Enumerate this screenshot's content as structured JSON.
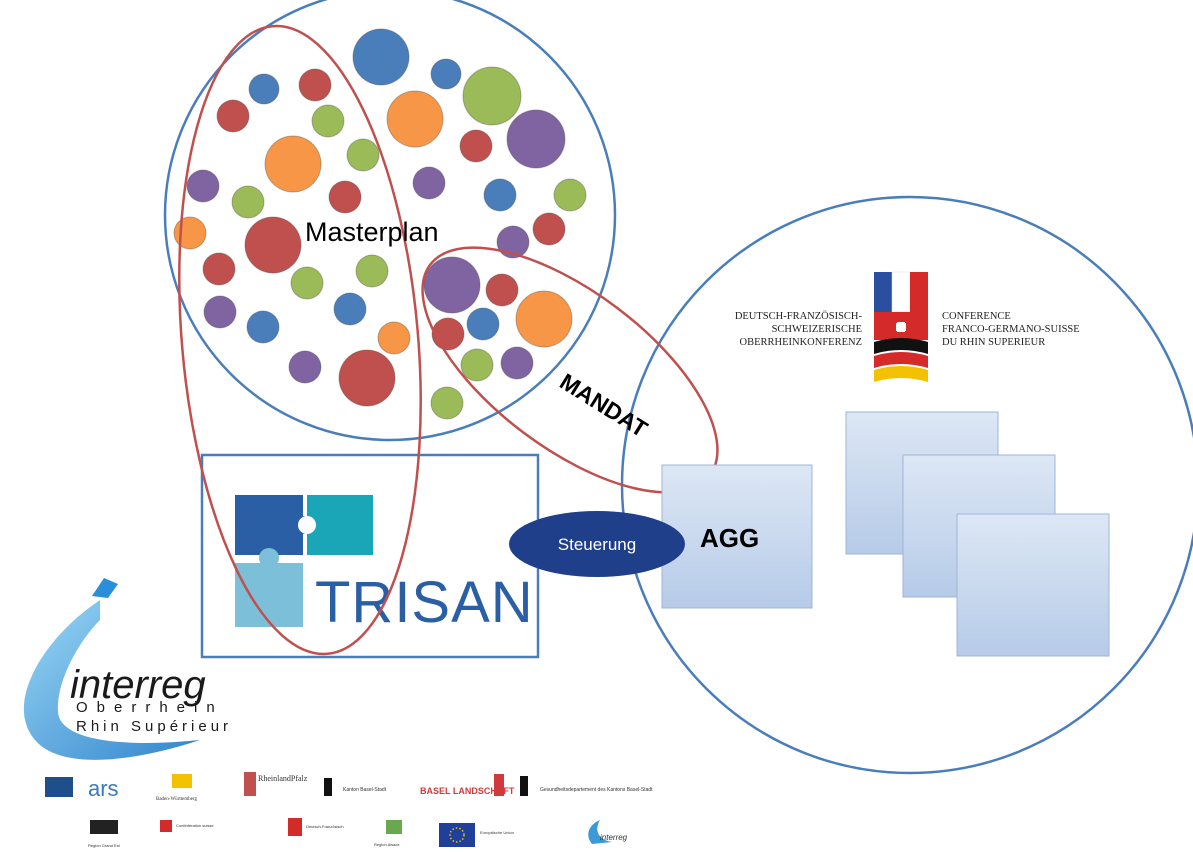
{
  "masterplan": {
    "label": "Masterplan"
  },
  "mandat": {
    "label": "MANDAT"
  },
  "steuerung": {
    "label": "Steuerung"
  },
  "agg": {
    "label": "AGG"
  },
  "trisan": {
    "label": "TRISAN"
  },
  "conference": {
    "de_lines": [
      "DEUTSCH-FRANZÖSISCH-",
      "SCHWEIZERISCHE",
      "OBERRHEINKONFERENZ"
    ],
    "fr_lines": [
      "CONFERENCE",
      "FRANCO-GERMANO-SUISSE",
      "DU RHIN SUPERIEUR"
    ]
  },
  "interreg": {
    "brand": "interreg",
    "line1": "Oberrhein",
    "line2": "Rhin Supérieur"
  },
  "partner_logos": {
    "row1": [
      "ars",
      "Baden-Württemberg",
      "RheinlandPfalz",
      "Kanton Basel-Stadt",
      "BASEL LANDSCHAFT",
      "Gesundheitsdepartement des Kantons Basel-Stadt"
    ],
    "row2": [
      "Région Grand Est",
      "Confédération suisse",
      "Deutsch-Französisch",
      "Region Alsace",
      "Europäische Union",
      "interreg"
    ]
  },
  "colors": {
    "blue": "#4a7ebb",
    "red": "#c0504d",
    "green": "#9bbb59",
    "purple": "#8064a2",
    "orange": "#f79646",
    "ellipse": "#1f3f8a",
    "outline_blue": "#4a7ebb",
    "outline_red": "#c0504d"
  }
}
